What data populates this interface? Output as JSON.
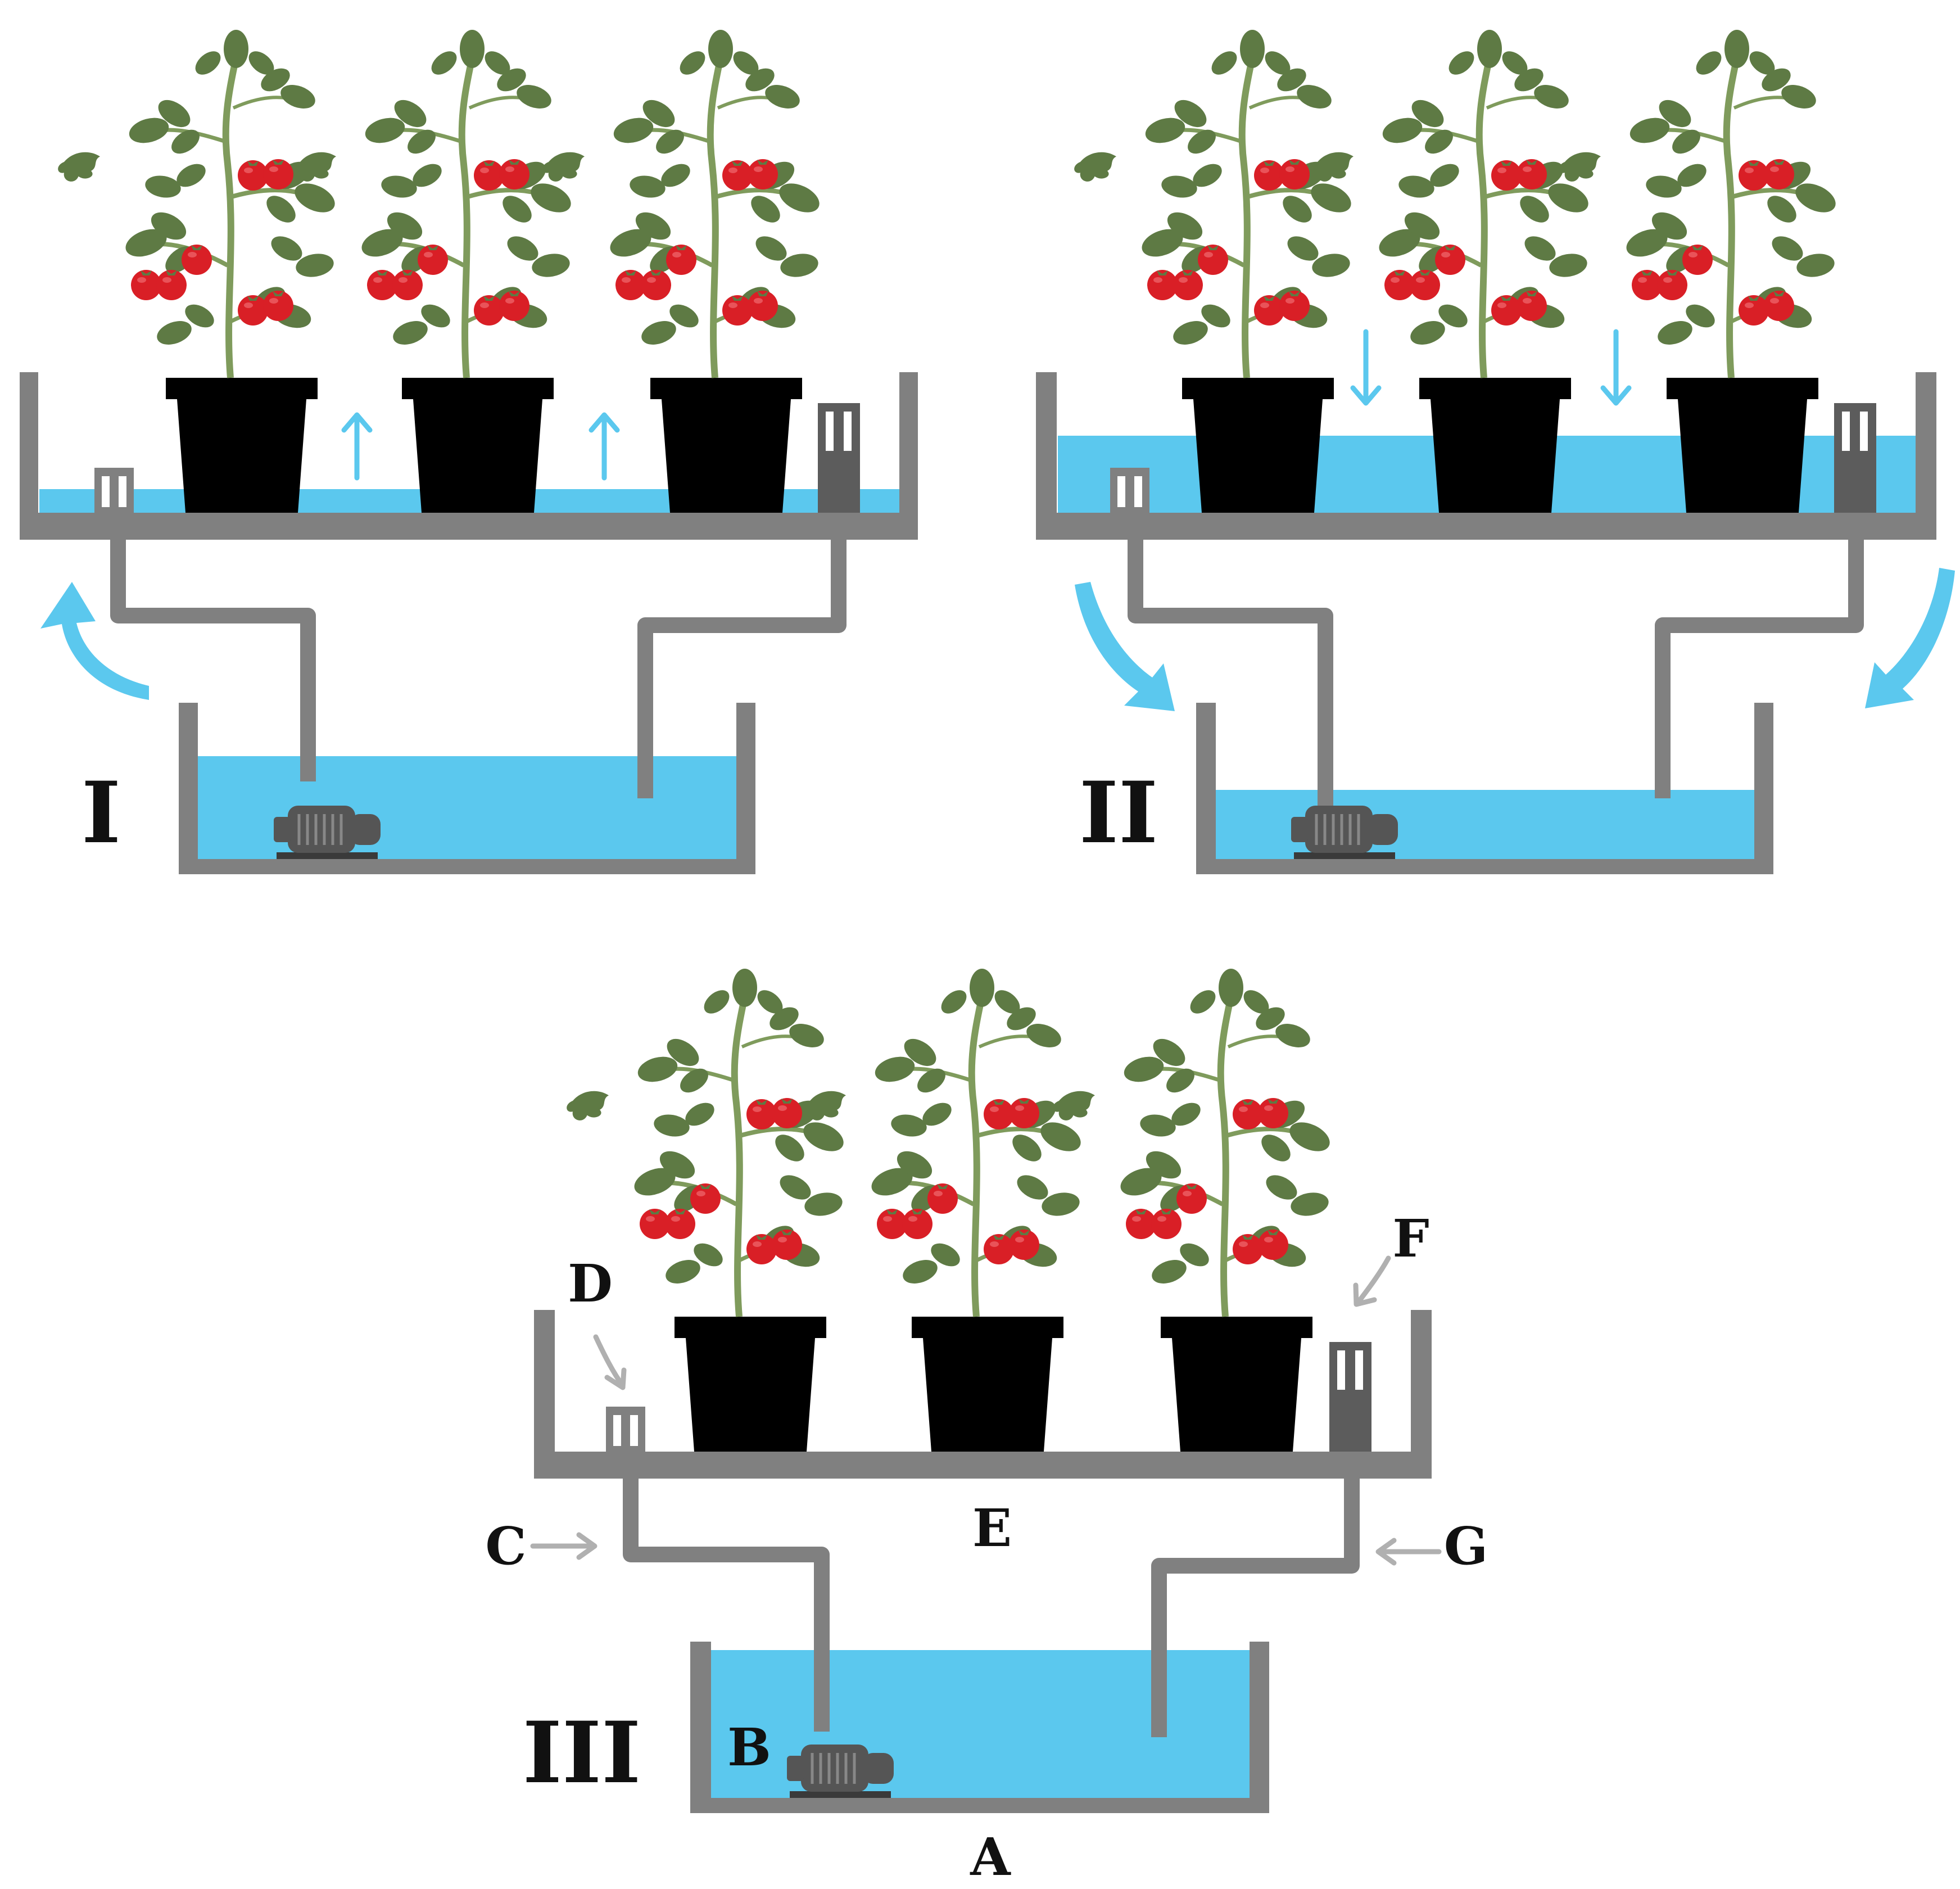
{
  "colors": {
    "water": "#5bc8ee",
    "structure": "#808080",
    "overflow_dark": "#5c5c5c",
    "pot": "#000000",
    "leaf": "#5e7a44",
    "stem": "#7f9b5c",
    "tomato": "#d91f26",
    "flow_arrow": "#5bc8ee",
    "pointer_arrow": "#b0b0b0"
  },
  "panels": [
    {
      "numeral": "I",
      "flow_direction": "up"
    },
    {
      "numeral": "II",
      "flow_direction": "down"
    },
    {
      "numeral": "III",
      "flow_direction": "none"
    }
  ],
  "labels": {
    "A": "A",
    "B": "B",
    "C": "C",
    "D": "D",
    "E": "E",
    "F": "F",
    "G": "G"
  },
  "icons": [
    "tomato-plant-icon",
    "plant-pot-icon",
    "water-pump-icon",
    "drain-fitting-icon",
    "overflow-fitting-icon",
    "flow-arrow-icon"
  ]
}
